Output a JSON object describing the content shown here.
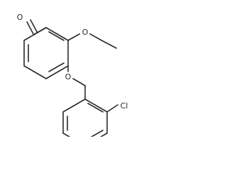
{
  "molecule": {
    "atoms": {
      "aldehyde_oxygen": "O",
      "ethoxy_oxygen": "O",
      "benzyloxy_oxygen": "O",
      "chlorine": "Cl"
    }
  },
  "colors": {
    "bond": "#2a2a2a",
    "label": "#2a2a2a",
    "background": "#ffffff"
  }
}
